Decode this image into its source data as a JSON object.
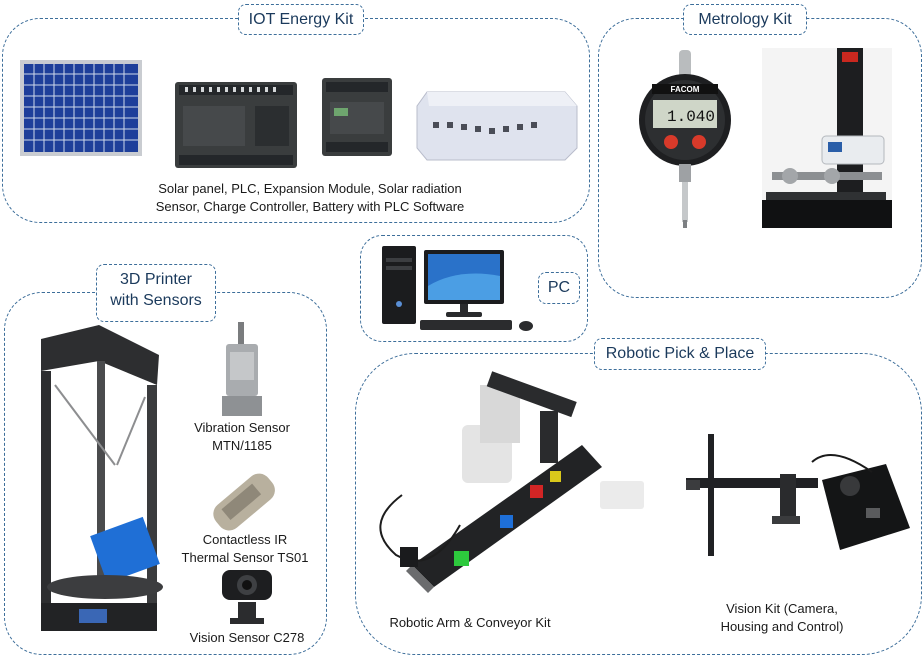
{
  "iot": {
    "title": "IOT Energy Kit",
    "caption_line1": "Solar panel, PLC, Expansion Module, Solar radiation",
    "caption_line2": "Sensor, Charge Controller, Battery with PLC Software"
  },
  "metrology": {
    "title": "Metrology Kit",
    "gauge_brand": "FACOM",
    "gauge_reading": "1.040"
  },
  "pc": {
    "title": "PC"
  },
  "printer": {
    "title_line1": "3D Printer",
    "title_line2": "with Sensors",
    "vibration_line1": "Vibration Sensor",
    "vibration_line2": "MTN/1185",
    "thermal_line1": "Contactless IR",
    "thermal_line2": "Thermal Sensor TS01",
    "vision_sensor": "Vision Sensor C278"
  },
  "robotic": {
    "title": "Robotic Pick & Place",
    "arm_caption": "Robotic Arm & Conveyor Kit",
    "vision_line1": "Vision Kit (Camera,",
    "vision_line2": "Housing and Control)"
  },
  "colors": {
    "border": "#3d6e9a",
    "label_text": "#1b3a5c",
    "solar_cell": "#1e3f9a",
    "plc_body": "#3a3d3e",
    "printer_blue": "#1f6fd6"
  }
}
